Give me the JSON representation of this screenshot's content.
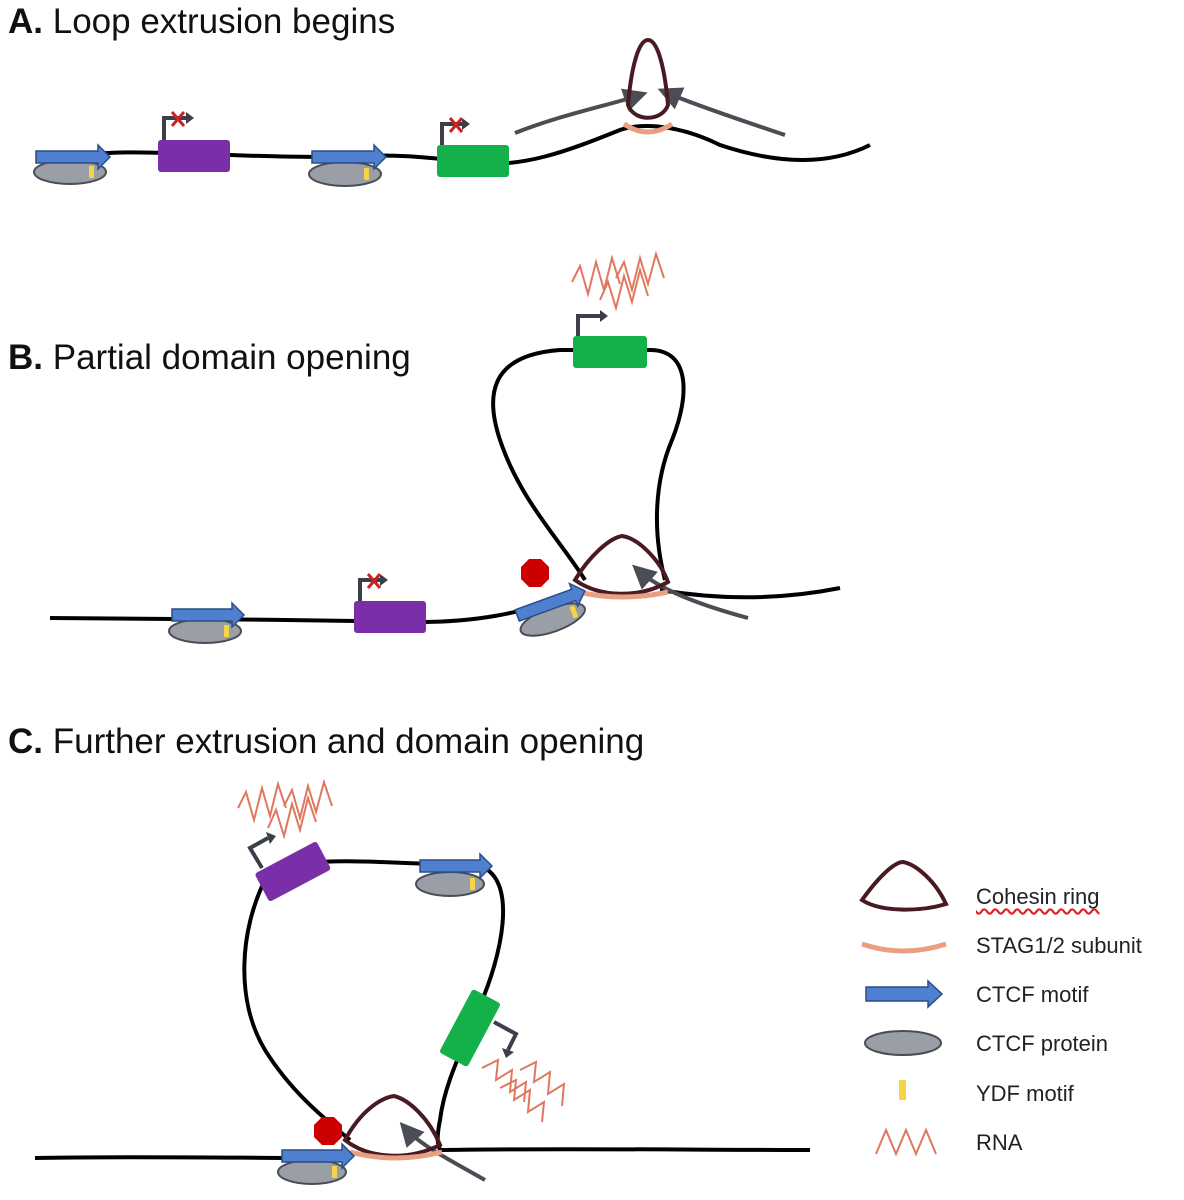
{
  "panels": {
    "a": {
      "letter": "A.",
      "title": "Loop extrusion begins"
    },
    "b": {
      "letter": "B.",
      "title": "Partial domain opening"
    },
    "c": {
      "letter": "C.",
      "title": "Further extrusion and domain opening"
    }
  },
  "legend": {
    "cohesin": "Cohesin ring",
    "stag": "STAG1/2 subunit",
    "ctcf_motif": "CTCF motif",
    "ctcf_protein": "CTCF protein",
    "ydf": "YDF motif",
    "rna": "RNA"
  },
  "colors": {
    "dna": "#000000",
    "cohesin": "#4a1a22",
    "stag": "#e8a080",
    "ctcf_motif": "#4f7fcf",
    "ctcf_protein": "#9a9ea6",
    "ydf": "#f5d547",
    "gene_purple": "#7a2fa8",
    "gene_green": "#14b04a",
    "rna": "#e07860",
    "stop": "#cc0000",
    "extruded_arrow": "#4a4e54"
  }
}
